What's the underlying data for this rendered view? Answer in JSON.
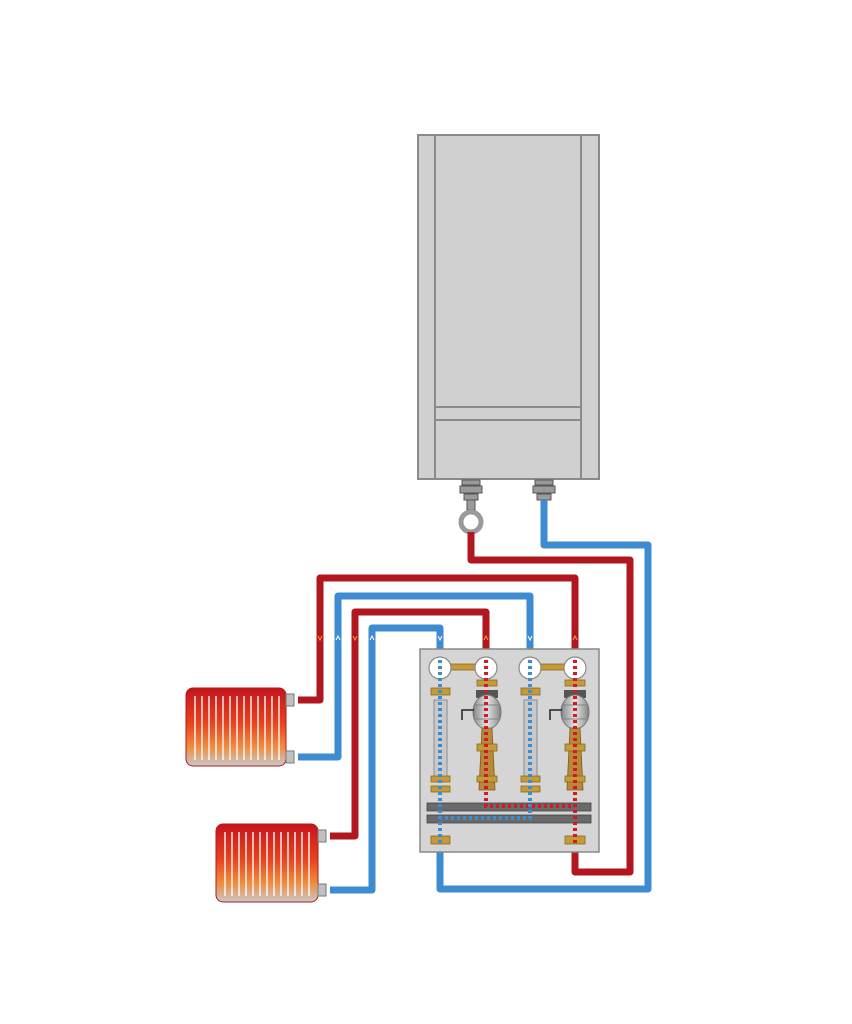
{
  "components": {
    "boiler": {
      "icon": "wall-boiler"
    },
    "hydraulic_station": {
      "icon": "mixing-station",
      "circuits": 2
    },
    "radiators": [
      {
        "icon": "radiator-icon",
        "state": "hot"
      },
      {
        "icon": "radiator-icon",
        "state": "hot"
      }
    ]
  },
  "colors": {
    "flow_hot": "#b0171f",
    "return_cold": "#3d8bd1",
    "boiler_body": "#d0d0d0",
    "radiator_top": "#c4141d",
    "radiator_bottom": "#c8c8c8",
    "brass": "#c49a3a"
  }
}
